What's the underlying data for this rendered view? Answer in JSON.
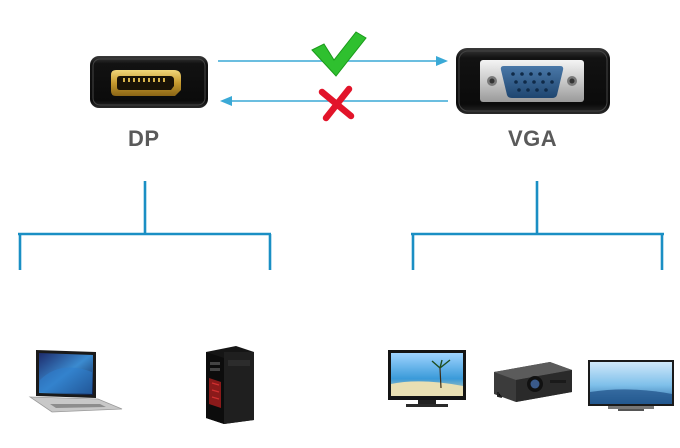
{
  "connectors": {
    "source_label": "DP",
    "target_label": "VGA"
  },
  "arrows": {
    "forward_status": "check",
    "reverse_status": "cross"
  },
  "devices": {
    "source": [
      "laptop",
      "desktop-tower"
    ],
    "target": [
      "tv-monitor",
      "projector",
      "flat-screen-tv"
    ]
  },
  "colors": {
    "line": "#1a8fc4",
    "arrow": "#3aa9d6",
    "check": "#2fc02f",
    "cross": "#e2142a",
    "connector_body": "#111111",
    "dp_gold": "#c9a53a",
    "vga_blue": "#2f5f8c"
  }
}
